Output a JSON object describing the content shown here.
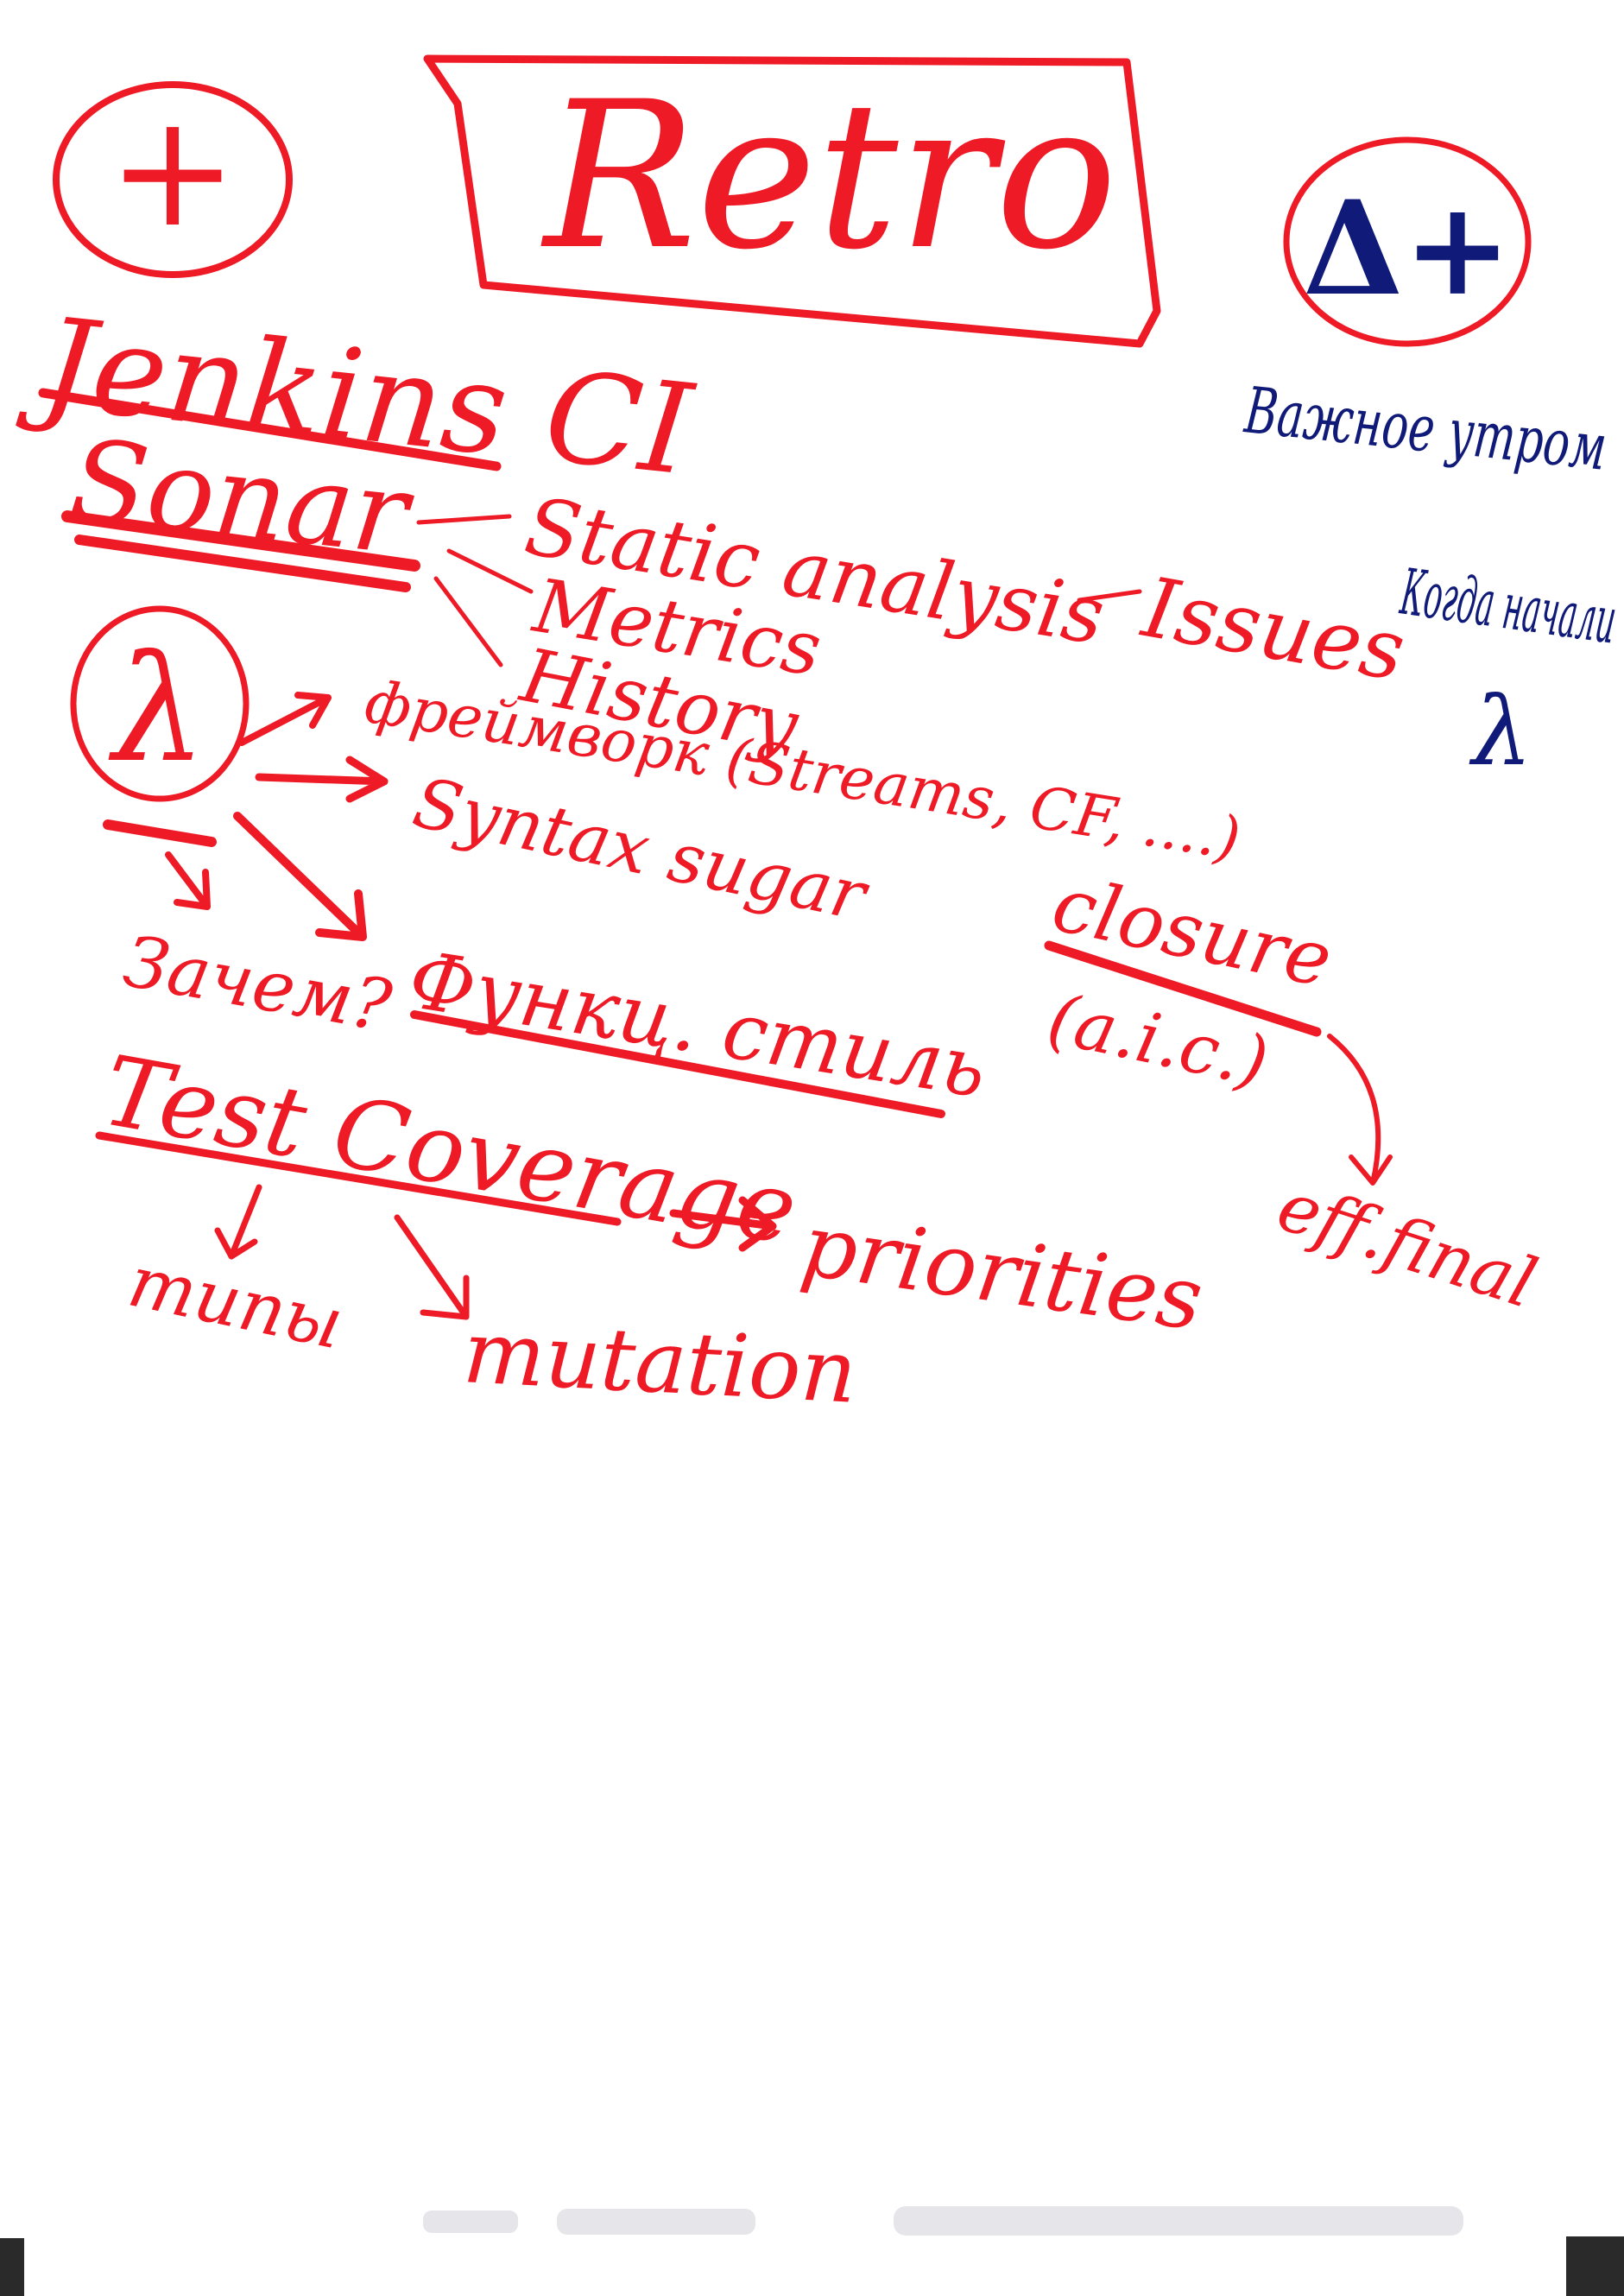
{
  "board": {
    "title": "Retro",
    "plus_symbol": "+",
    "delta_plus": "Δ+",
    "topics": {
      "jenkins": "Jenkins CI",
      "sonar": "Sonar",
      "static_analysis": "Static analysis",
      "issues": "Issues",
      "metrics": "Metrics",
      "history": "History",
      "lambda": "λ",
      "framework": "фреймворк (Streams, CF, ....)",
      "syntax_sugar": "Syntax sugar",
      "closure": "closure",
      "closure_note": "(a.i.c.)",
      "effectively_final": "eff.final",
      "why": "Зачем?",
      "functional_style": "Функц. стиль",
      "test_coverage": "Test Coverage",
      "priorities": "priorities",
      "types": "типы",
      "mutation": "mutation"
    },
    "delta_notes": [
      "Важное утром",
      "Когда начали",
      "λ"
    ],
    "colors": {
      "red_marker": "#ee1a26",
      "blue_marker": "#101a78"
    }
  }
}
